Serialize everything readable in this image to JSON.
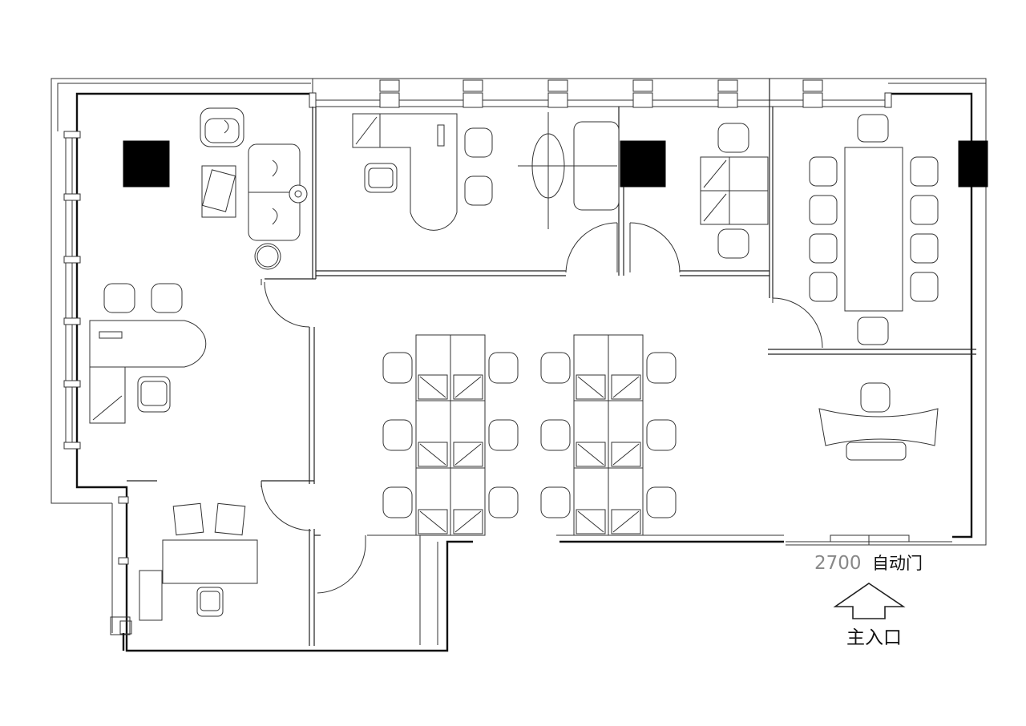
{
  "plan": {
    "door_width": "2700",
    "auto_door_label": "自动门",
    "main_entrance_label": "主入口"
  },
  "colors": {
    "wall": "#111111",
    "furniture": "#333333",
    "column": "#000000",
    "dimension_text": "#888888"
  },
  "icons": {
    "entrance": "up-arrow-icon"
  }
}
